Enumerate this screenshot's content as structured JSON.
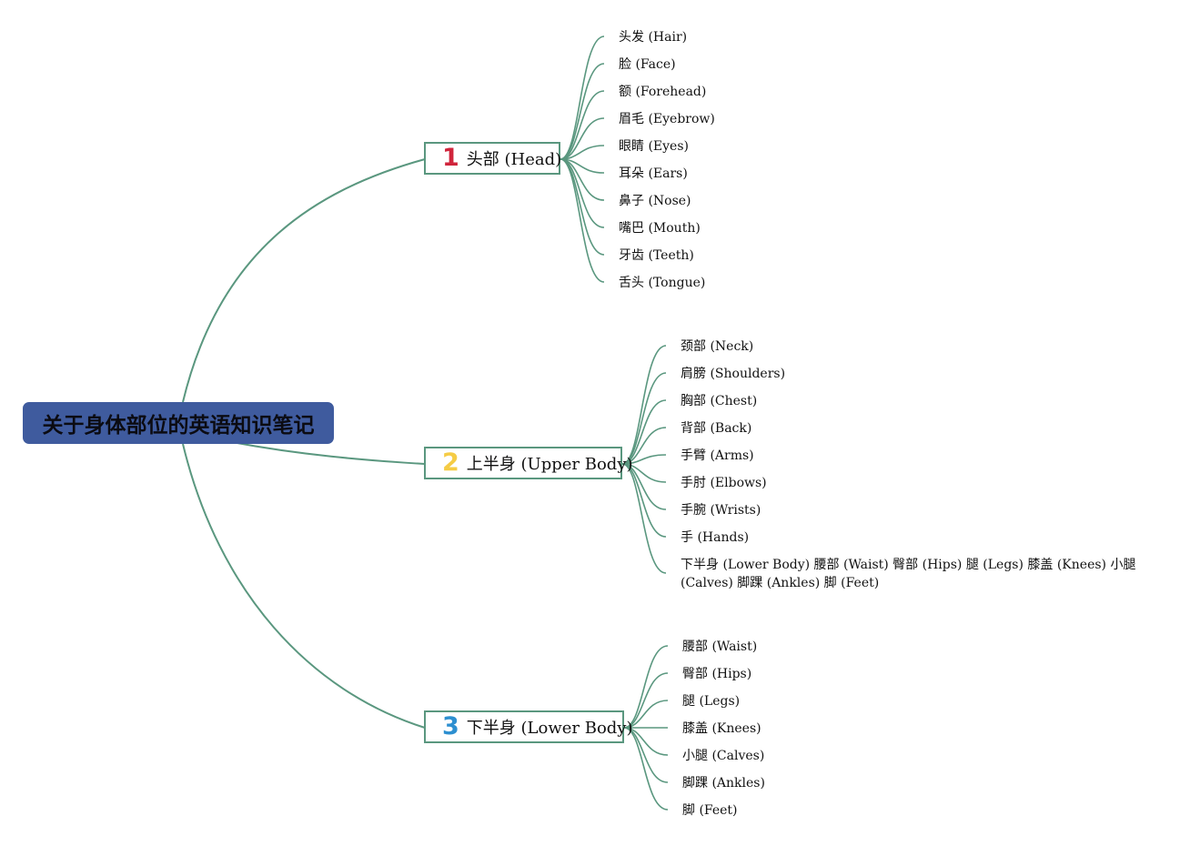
{
  "colors": {
    "connector": "#5a977f",
    "root_fill": "#3f5b9e",
    "badge_1": "#d0253c",
    "badge_2": "#f5cc45",
    "badge_3": "#2d8fd0"
  },
  "mindmap": {
    "root": {
      "title": "关于身体部位的英语知识笔记"
    },
    "branches": [
      {
        "badge": "1",
        "label": "头部 (Head)",
        "leaves": [
          "头发 (Hair)",
          "脸 (Face)",
          "额 (Forehead)",
          "眉毛 (Eyebrow)",
          "眼睛 (Eyes)",
          "耳朵 (Ears)",
          "鼻子 (Nose)",
          "嘴巴 (Mouth)",
          "牙齿 (Teeth)",
          "舌头 (Tongue)"
        ]
      },
      {
        "badge": "2",
        "label": "上半身 (Upper Body)",
        "leaves": [
          "颈部 (Neck)",
          "肩膀 (Shoulders)",
          "胸部 (Chest)",
          "背部 (Back)",
          "手臂 (Arms)",
          "手肘 (Elbows)",
          "手腕 (Wrists)",
          "手 (Hands)",
          "下半身 (Lower Body) 腰部 (Waist) 臀部 (Hips) 腿 (Legs) 膝盖 (Knees) 小腿 (Calves) 脚踝 (Ankles) 脚 (Feet)"
        ]
      },
      {
        "badge": "3",
        "label": "下半身 (Lower Body)",
        "leaves": [
          "腰部 (Waist)",
          "臀部 (Hips)",
          "腿 (Legs)",
          "膝盖 (Knees)",
          "小腿 (Calves)",
          "脚踝 (Ankles)",
          "脚 (Feet)"
        ]
      }
    ]
  }
}
